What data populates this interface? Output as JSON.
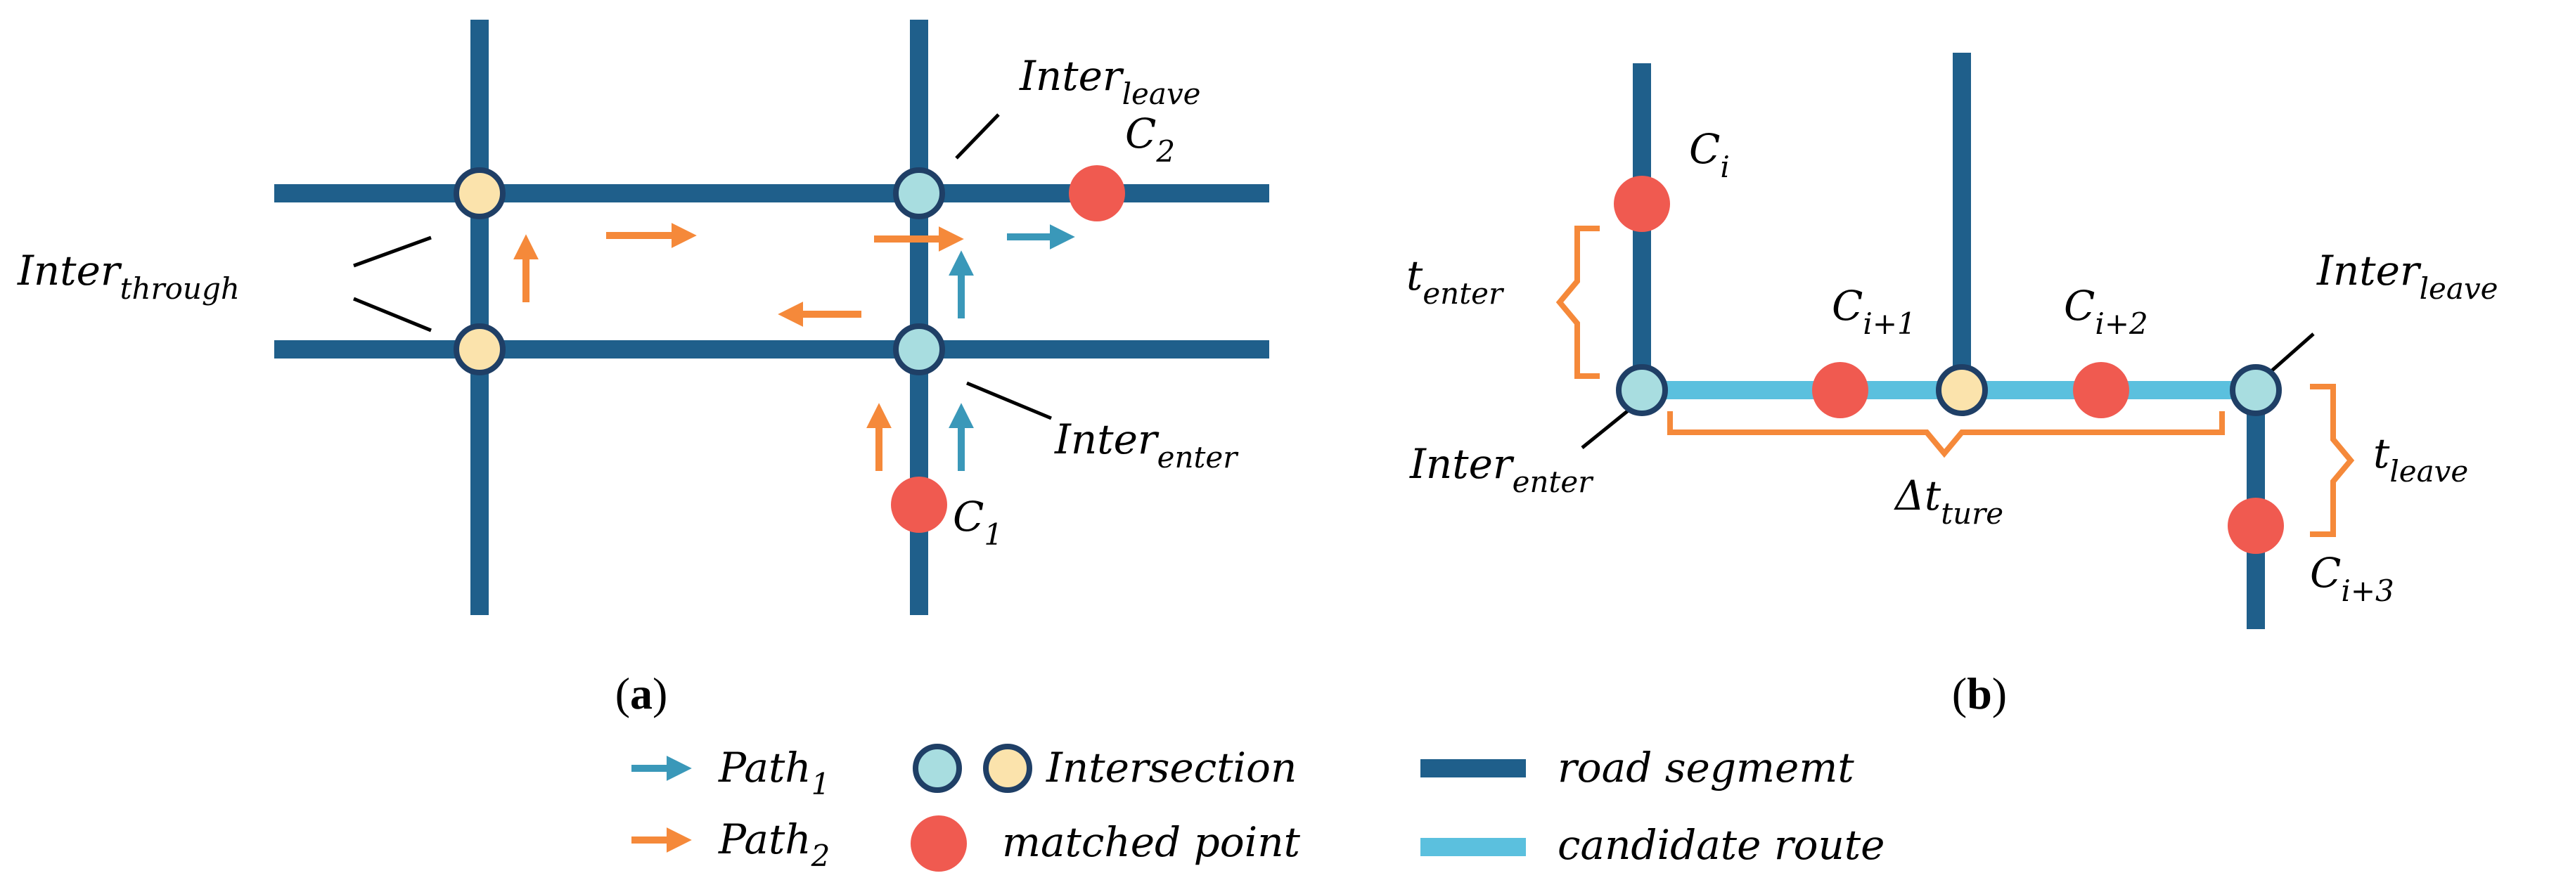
{
  "colors": {
    "road_segment": "#1f5f8b",
    "candidate_route": "#5bc0de",
    "path1_arrow": "#3a98b9",
    "path2_arrow": "#f5893a",
    "intersection_blue_fill": "#a8dde0",
    "intersection_yellow_fill": "#fbe3ac",
    "intersection_stroke": "#1f3f66",
    "matched_point": "#f05a50",
    "bracket": "#f5893a",
    "leader_line": "#000000"
  },
  "panel_a": {
    "caption_open": "(",
    "caption_letter": "a",
    "caption_close": ")",
    "inter_leave": {
      "base": "Inter",
      "sub": "leave"
    },
    "inter_through": {
      "base": "Inter",
      "sub": "through"
    },
    "inter_enter": {
      "base": "Inter",
      "sub": "enter"
    },
    "c2": {
      "base": "C",
      "sub": "2"
    },
    "c1": {
      "base": "C",
      "sub": "1"
    }
  },
  "panel_b": {
    "caption_open": "(",
    "caption_letter": "b",
    "caption_close": ")",
    "ci": {
      "base": "C",
      "sub": "i"
    },
    "ci1": {
      "base": "C",
      "sub": "i+1"
    },
    "ci2": {
      "base": "C",
      "sub": "i+2"
    },
    "ci3": {
      "base": "C",
      "sub": "i+3"
    },
    "t_enter": {
      "base": "t",
      "sub": "enter"
    },
    "t_leave": {
      "base": "t",
      "sub": "leave"
    },
    "delta_t": {
      "base": "Δt",
      "sub": "ture"
    },
    "inter_leave": {
      "base": "Inter",
      "sub": "leave"
    },
    "inter_enter": {
      "base": "Inter",
      "sub": "enter"
    }
  },
  "legend": {
    "path1": {
      "base": "Path",
      "sub": "1"
    },
    "path2": {
      "base": "Path",
      "sub": "2"
    },
    "intersection": "Intersection",
    "matched_point": "matched point",
    "road_segment": "road segmemt",
    "candidate_route": "candidate route"
  }
}
